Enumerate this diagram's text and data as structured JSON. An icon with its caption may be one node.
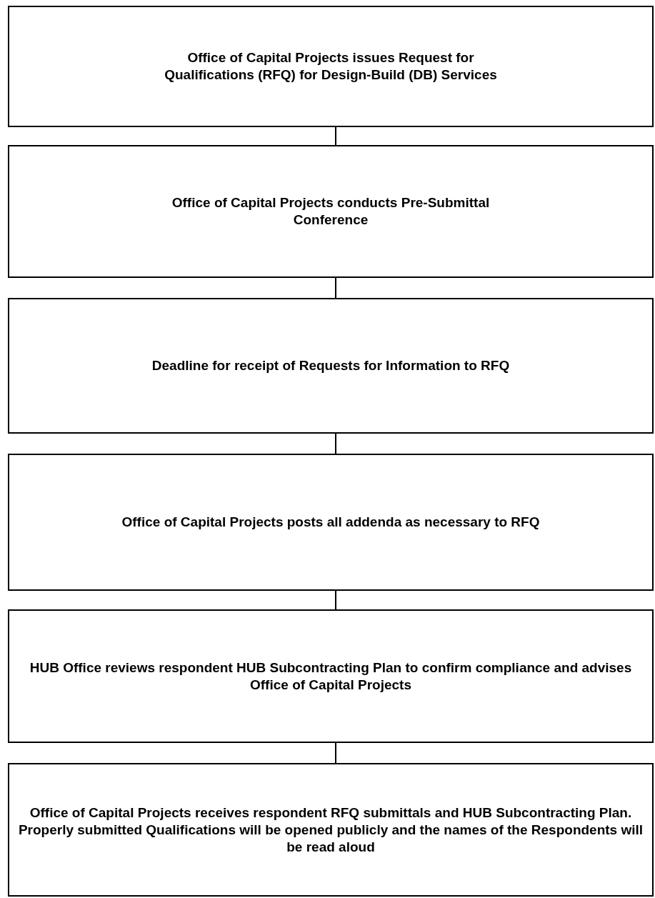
{
  "diagram": {
    "nodes": [
      {
        "text": [
          "Office of Capital Projects issues Request for Qualifications (RFQ) for Design-Build (DB) Services"
        ]
      },
      {
        "text": [
          "Office of Capital Projects conducts Pre-Submittal Conference"
        ]
      },
      {
        "text": [
          "Deadline for receipt of Requests for Information to RFQ"
        ]
      },
      {
        "text": [
          "Office of Capital Projects posts all addenda as necessary to RFQ"
        ]
      },
      {
        "text": [
          "HUB Office reviews respondent HUB Subcontracting Plan to confirm compliance and advises Office of Capital Projects"
        ]
      },
      {
        "text": [
          "Office of Capital Projects receives respondent RFQ submittals and HUB Subcontracting Plan. Properly submitted Qualifications will be opened publicly and the names of the Respondents will be read aloud"
        ]
      }
    ],
    "edges": [
      {
        "from": 0,
        "to": 1,
        "arrow": "none"
      },
      {
        "from": 1,
        "to": 2,
        "arrow": "none"
      },
      {
        "from": 2,
        "to": 3,
        "arrow": "none"
      },
      {
        "from": 3,
        "to": 4,
        "arrow": "none"
      },
      {
        "from": 4,
        "to": 5,
        "arrow": "none"
      }
    ]
  }
}
